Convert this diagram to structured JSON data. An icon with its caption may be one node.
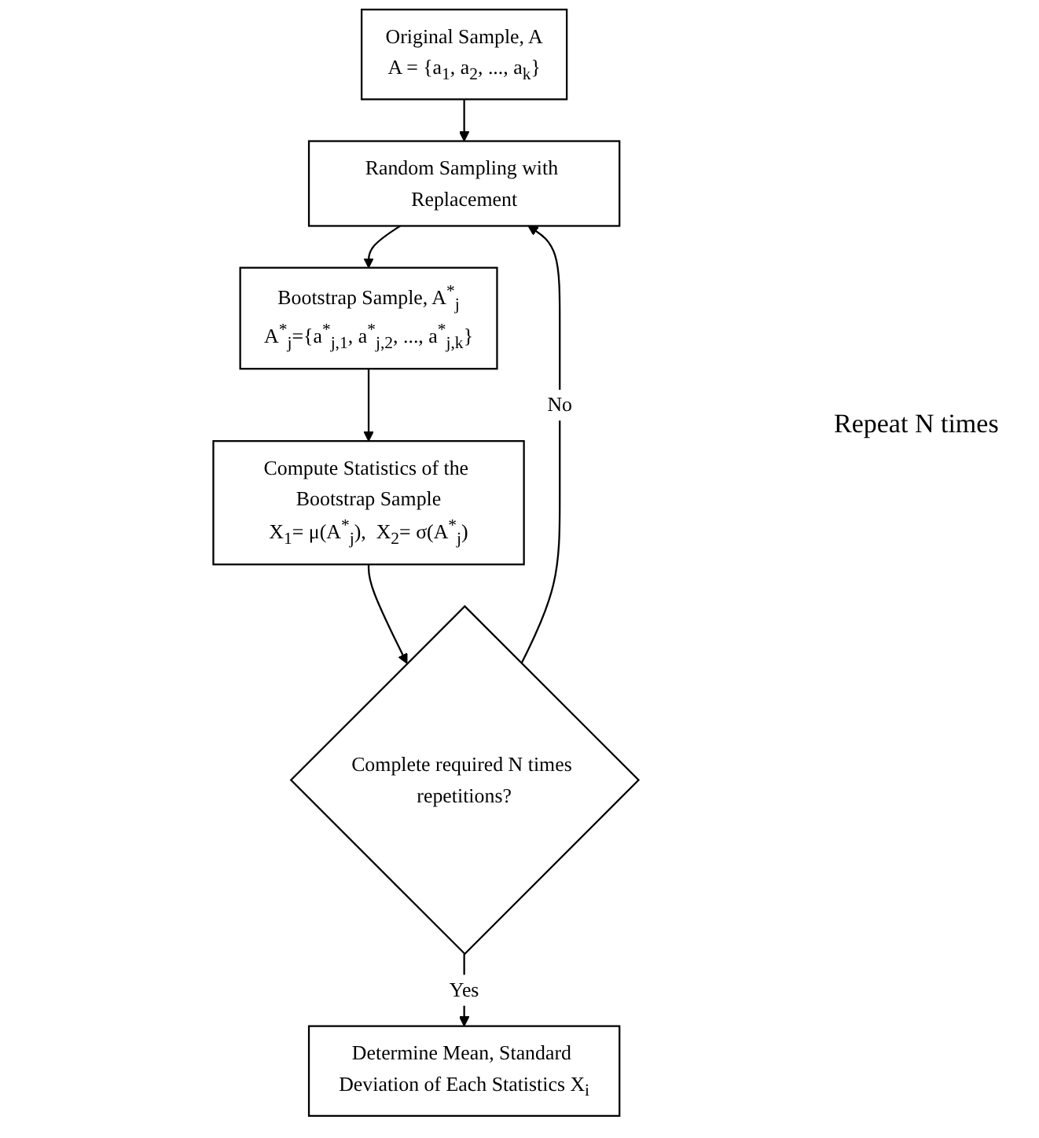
{
  "diagram": {
    "nodes": [
      {
        "text": [
          "Original Sample, A",
          "A = {a$_{1}$, a$_{2}$, ..., a$_{k}$}"
        ]
      },
      {
        "text": [
          "Random Sampling with Replacement"
        ]
      },
      {
        "text": [
          "Bootstrap Sample, A$^{*}$$_{j}$",
          "A$^{*}$$_{j}$={a$^{*}$$_{j,1}$, a$^{*}$$_{j,2}$, ..., a$^{*}$$_{j,k}$}"
        ]
      },
      {
        "text": [
          "Compute Statistics of the Bootstrap Sample",
          "X$_{1}$= μ(A$^{*}$$_{j}$),  X$_{2}$= σ(A$^{*}$$_{j}$)"
        ]
      },
      {
        "text": [
          "Complete required N times repetitions?"
        ]
      },
      {
        "text": [
          "Determine Mean, Standard Deviation of Each Statistics X$_{i}$"
        ]
      }
    ],
    "edges": [
      {
        "from": 0,
        "to": 1,
        "arrow": "to"
      },
      {
        "from": 1,
        "to": 2,
        "arrow": "to"
      },
      {
        "from": 2,
        "to": 3,
        "arrow": "to"
      },
      {
        "from": 3,
        "to": 4,
        "arrow": "to"
      },
      {
        "from": 4,
        "to": 1,
        "arrow": "to",
        "label": "No"
      },
      {
        "from": 4,
        "to": 5,
        "arrow": "to",
        "label": "Yes"
      }
    ],
    "labels": [
      "Repeat N times"
    ]
  }
}
